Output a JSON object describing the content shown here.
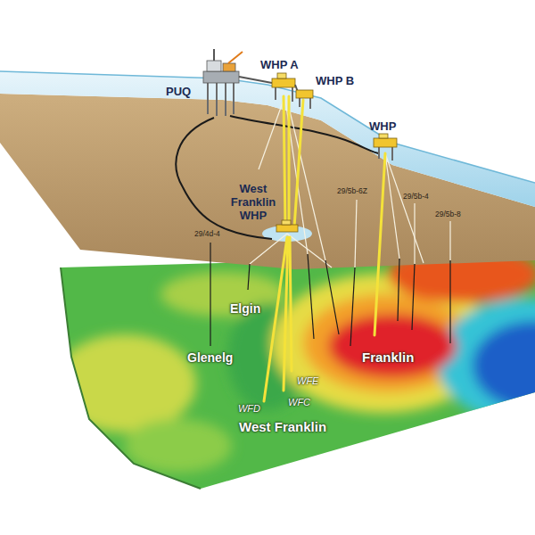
{
  "diagram": {
    "labels": [
      "PUQ",
      "WHP A",
      "WHP B",
      "WHP",
      "West Franklin WHP",
      "29/4d-4",
      "29/5b-6Z",
      "29/5b-4",
      "29/5b-8",
      "Elgin",
      "Glenelg",
      "Franklin",
      "WFE",
      "WFC",
      "WFD",
      "West Franklin"
    ]
  }
}
